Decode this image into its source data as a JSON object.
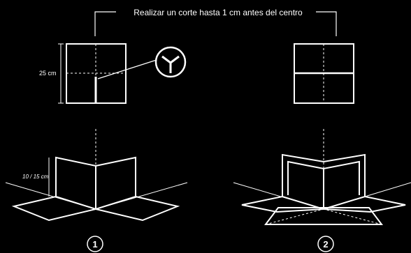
{
  "instruction": "Realizar un corte hasta 1 cm antes del centro",
  "dimension_label": "25 cm",
  "height_label": "10 / 15 cm",
  "step_numbers": [
    "1",
    "2"
  ],
  "colors": {
    "background": "#000000",
    "line": "#ffffff"
  },
  "icons": {
    "cut_detail": "y-cut-magnifier-icon"
  }
}
